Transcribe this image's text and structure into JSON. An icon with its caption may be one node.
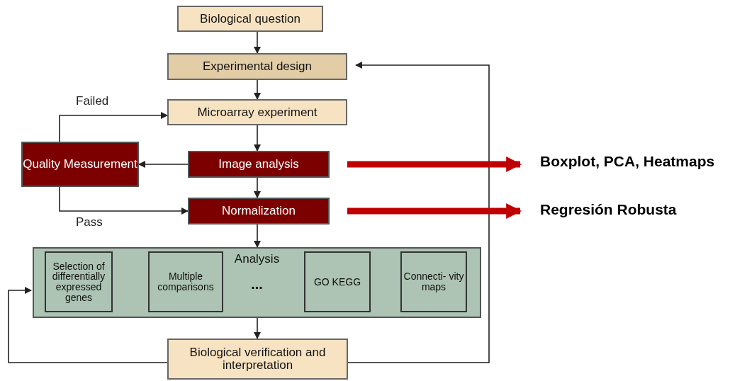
{
  "diagram": {
    "nodes": [
      {
        "text": [
          "Biological question"
        ]
      },
      {
        "text": [
          "Experimental design"
        ]
      },
      {
        "text": [
          "Microarray experiment"
        ]
      },
      {
        "text": [
          "Quality Measurement"
        ]
      },
      {
        "text": [
          "Image analysis"
        ]
      },
      {
        "text": [
          "Normalization"
        ]
      },
      {
        "text": [
          "Analysis",
          "..."
        ]
      },
      {
        "text": [
          "Selection of differentially expressed genes"
        ],
        "in": 6
      },
      {
        "text": [
          "Multiple comparisons"
        ],
        "in": 6
      },
      {
        "text": [
          "GO KEGG"
        ],
        "in": 6
      },
      {
        "text": [
          "Connecti- vity maps"
        ],
        "in": 6
      },
      {
        "text": [
          "Biological verification and interpretation"
        ]
      },
      {
        "text": [
          "Boxplot, PCA, Heatmaps"
        ]
      },
      {
        "text": [
          "Regresión Robusta"
        ]
      }
    ],
    "edges": [
      {
        "from": 0,
        "to": 1,
        "arrow": "to"
      },
      {
        "from": 1,
        "to": 2,
        "arrow": "to"
      },
      {
        "from": 2,
        "to": 4,
        "arrow": "to"
      },
      {
        "from": 4,
        "to": 3,
        "arrow": "to"
      },
      {
        "from": 3,
        "to": 2,
        "arrow": "to",
        "label": "Failed"
      },
      {
        "from": 3,
        "to": 5,
        "arrow": "to",
        "label": "Pass"
      },
      {
        "from": 4,
        "to": 5,
        "arrow": "to"
      },
      {
        "from": 5,
        "to": 6,
        "arrow": "to"
      },
      {
        "from": 6,
        "to": 11,
        "arrow": "to"
      },
      {
        "from": 11,
        "to": 6,
        "arrow": "to"
      },
      {
        "from": 11,
        "to": 1,
        "arrow": "to"
      },
      {
        "from": 4,
        "to": 12,
        "arrow": "to",
        "style": "thick",
        "color": "#c00000"
      },
      {
        "from": 5,
        "to": 13,
        "arrow": "to",
        "style": "thick",
        "color": "#c00000"
      }
    ]
  }
}
